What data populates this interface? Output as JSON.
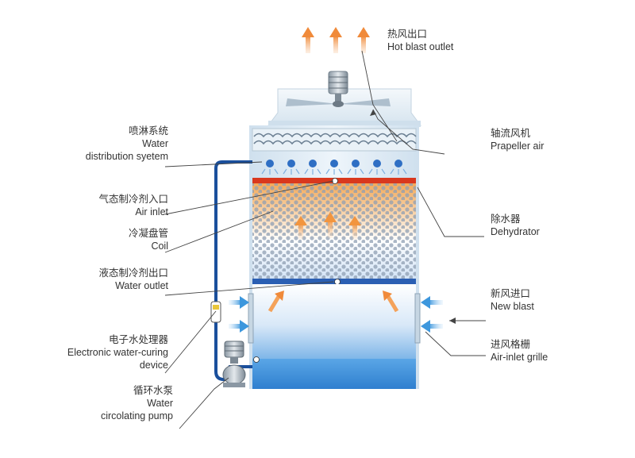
{
  "labels": {
    "hot_blast_outlet": {
      "zh": "热风出口",
      "en": "Hot blast outlet"
    },
    "propeller_air": {
      "zh": "轴流风机",
      "en": "Prapeller air"
    },
    "water_distribution": {
      "zh": "喷淋系统",
      "en1": "Water",
      "en2": "distribution syetem"
    },
    "air_inlet": {
      "zh": "气态制冷剂入口",
      "en": "Air inlet"
    },
    "coil": {
      "zh": "冷凝盘管",
      "en": "Coil"
    },
    "dehydrator": {
      "zh": "除水器",
      "en": "Dehydrator"
    },
    "water_outlet": {
      "zh": "液态制冷剂出口",
      "en": "Water outlet"
    },
    "new_blast": {
      "zh": "新风进口",
      "en": "New blast"
    },
    "water_curing_device": {
      "zh": "电子水处理器",
      "en1": "Electronic water-curing",
      "en2": "device"
    },
    "air_inlet_grille": {
      "zh": "进风格栅",
      "en": "Air-inlet grille"
    },
    "pump": {
      "zh": "循环水泵",
      "en1": "Water",
      "en2": "circolating pump"
    }
  },
  "colors": {
    "hot_arrow": "#f0a060",
    "air_arrow": "#4da3e0",
    "pipe": "#1a4f9c",
    "header_red": "#d9381e",
    "header_blue": "#2b5fb3",
    "coil_dot": "#8a9bb0",
    "basin_water": "#3d8fd8"
  },
  "icons": {
    "fan": "fan-motor-icon",
    "pump": "pump-icon",
    "nozzle": "spray-nozzle-icon"
  }
}
